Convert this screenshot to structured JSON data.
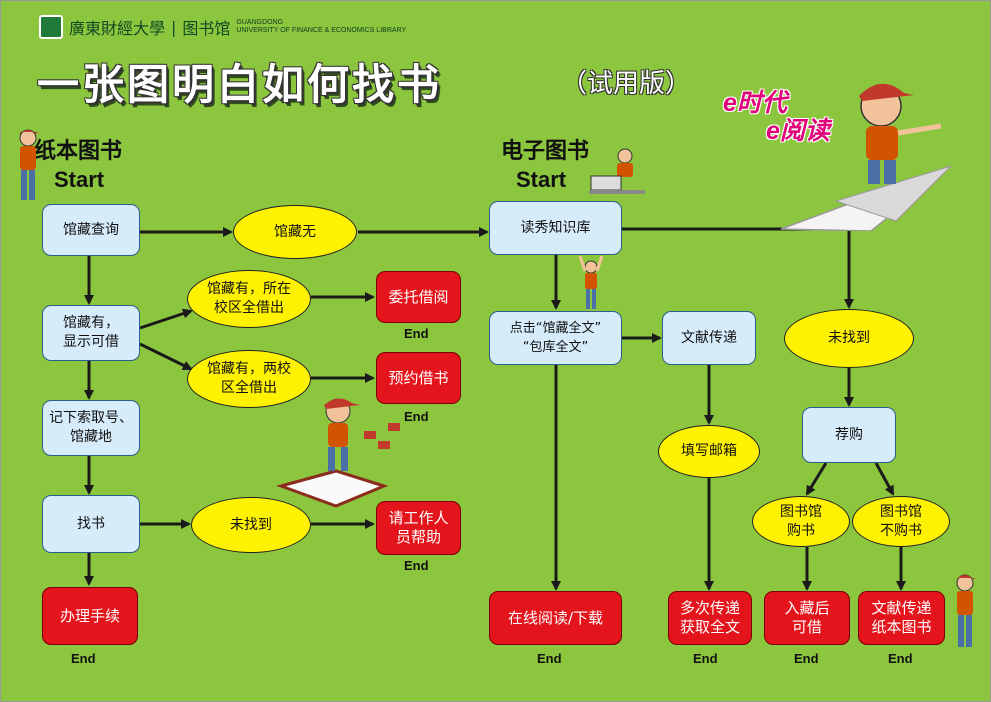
{
  "header": {
    "university_cn": "廣東財經大學",
    "library_cn": "图书馆",
    "university_en_1": "GUANGDONG",
    "university_en_2": "UNIVERSITY OF FINANCE & ECONOMICS LIBRARY"
  },
  "title": "一张图明白如何找书",
  "subtitle": "（试用版）",
  "slogan": {
    "line1": "e时代",
    "line2": "e阅读"
  },
  "sections": {
    "paper": {
      "label": "纸本图书",
      "start": "Start"
    },
    "ebook": {
      "label": "电子图书",
      "start": "Start"
    }
  },
  "end_label": "End",
  "nodes": {
    "catalog_search": "馆藏查询",
    "not_in_collection": "馆藏无",
    "available": "馆藏有，\n显示可借",
    "all_borrowed_this_campus": "馆藏有，所在\n校区全借出",
    "all_borrowed_both_campus": "馆藏有，两校\n区全借出",
    "record_call_number": "记下索取号、\n馆藏地",
    "find_book": "找书",
    "not_found_paper": "未找到",
    "checkout": "办理手续",
    "proxy_borrow": "委托借阅",
    "reserve": "预约借书",
    "ask_staff": "请工作人\n员帮助",
    "duxiu": "读秀知识库",
    "click_fulltext": "点击“馆藏全文”\n“包库全文”",
    "doc_delivery": "文献传递",
    "fill_email": "填写邮箱",
    "not_found_ebook": "未找到",
    "recommend": "荐购",
    "lib_purchase": "图书馆\n购书",
    "lib_no_purchase": "图书馆\n不购书",
    "online_read": "在线阅读/下载",
    "multi_delivery": "多次传递\n获取全文",
    "shelved_borrow": "入藏后\n可借",
    "doc_delivery_paper": "文献传递\n纸本图书"
  },
  "colors": {
    "background": "#8cc63f",
    "process": "#d6ecfa",
    "decision": "#fff200",
    "terminal": "#e3141b",
    "slogan": "#e0007a"
  }
}
